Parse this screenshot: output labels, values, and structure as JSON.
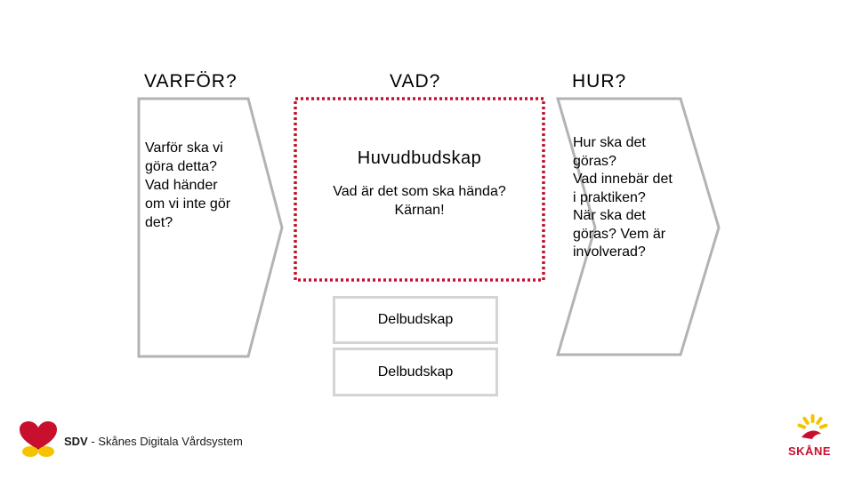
{
  "columns": {
    "why": {
      "heading": "VARFÖR?",
      "lines": [
        "Varför ska vi",
        "göra detta?",
        "Vad händer",
        "om vi inte gör",
        "det?"
      ]
    },
    "what": {
      "heading": "VAD?",
      "main_title": "Huvudbudskap",
      "main_lines": [
        "Vad är det som ska hända?",
        "Kärnan!"
      ],
      "sub_items": [
        "Delbudskap",
        "Delbudskap"
      ]
    },
    "how": {
      "heading": "HUR?",
      "lines": [
        "Hur ska det",
        "göras?",
        "Vad innebär det",
        "i praktiken?",
        "När ska det",
        "göras? Vem är",
        "involverad?"
      ]
    }
  },
  "footer": {
    "sdv_bold": "SDV",
    "sdv_rest": " - Skånes Digitala Vårdsystem",
    "region_name": "SKÅNE"
  },
  "colors": {
    "arrow_border": "#b3b3b3",
    "dashed_border": "#c8102e",
    "sub_border": "#d4d4d4",
    "sdv_red": "#c8102e",
    "sdv_yellow": "#f5c400",
    "skane_red": "#c8102e",
    "skane_yellow": "#f5c400"
  },
  "icons": {
    "sdv_logo": "heart-logo-icon",
    "region_logo": "region-skane-logo-icon"
  }
}
